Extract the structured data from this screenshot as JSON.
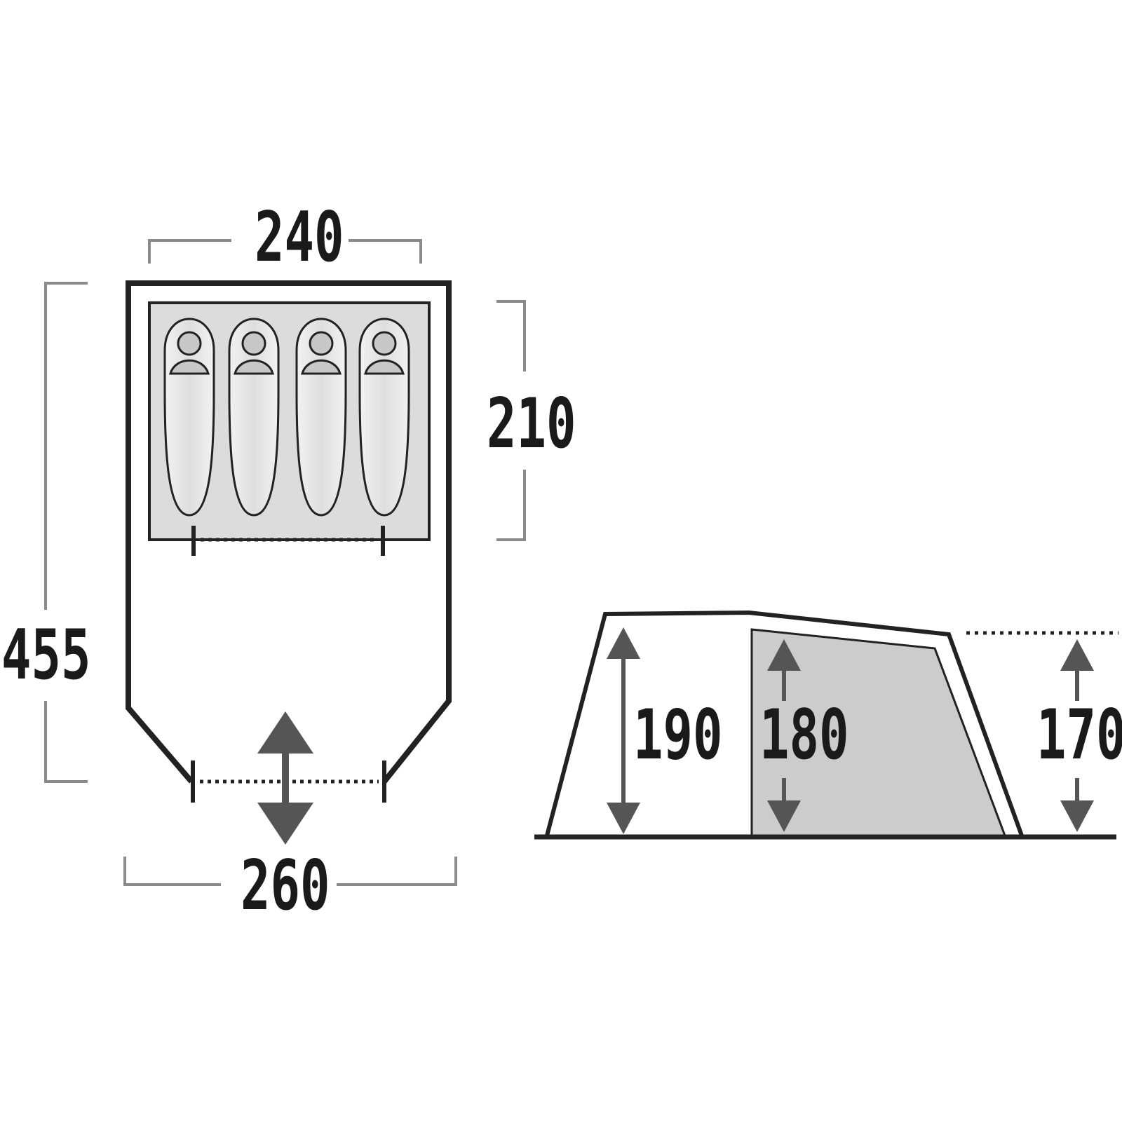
{
  "colors": {
    "outline": "#222222",
    "dimension_line": "#8a8a8a",
    "inner_fill": "#dcdcdc",
    "bag_fill": "#e4e4e4",
    "text": "#1a1a1a",
    "arrow": "#555555"
  },
  "floor_plan": {
    "width_top": "240",
    "bedroom_depth": "210",
    "total_length": "455",
    "width_front": "260",
    "sleeping_places": 4
  },
  "side_view": {
    "front_height": "190",
    "bedroom_height": "180",
    "rear_height": "170"
  },
  "icons": [
    "sleeping-bag-icon",
    "person-icon",
    "door-arrow-icon",
    "height-arrow-icon"
  ]
}
